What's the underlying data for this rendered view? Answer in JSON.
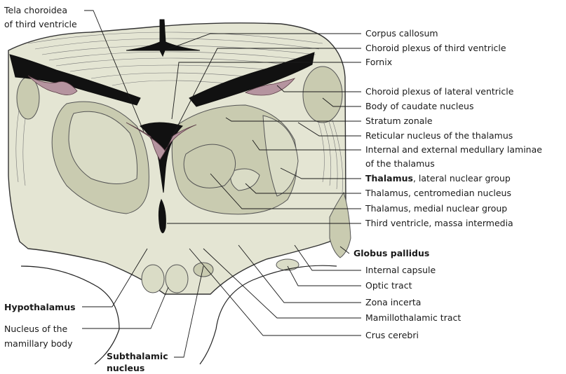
{
  "labels_left": {
    "tela_line1": "Tela choroidea",
    "tela_line2": "of third ventricle",
    "hypothalamus": "Hypothalamus",
    "mamillary_line1": "Nucleus of the",
    "mamillary_line2": "mamillary body",
    "subthalamic_line1": "Subthalamic",
    "subthalamic_line2": "nucleus"
  },
  "labels_right": {
    "corpus_callosum": "Corpus callosum",
    "choroid_third": "Choroid plexus of third ventricle",
    "fornix": "Fornix",
    "choroid_lateral": "Choroid plexus of lateral ventricle",
    "caudate_body": "Body of caudate nucleus",
    "stratum_zonale": "Stratum zonale",
    "reticular": "Reticular nucleus of the thalamus",
    "laminae_line1": "Internal and external medullary laminae",
    "laminae_line2": "of the thalamus",
    "thalamus_bold": "Thalamus",
    "thalamus_rest": ", lateral nuclear group",
    "centromedian": "Thalamus, centromedian nucleus",
    "medial_group": "Thalamus, medial nuclear group",
    "massa_intermedia": "Third ventricle, massa intermedia",
    "globus_pallidus": "Globus pallidus",
    "internal_capsule": "Internal capsule",
    "optic_tract": "Optic tract",
    "zona_incerta": "Zona incerta",
    "mamillothalamic": "Mamillothalamic tract",
    "crus_cerebri": "Crus cerebri"
  }
}
